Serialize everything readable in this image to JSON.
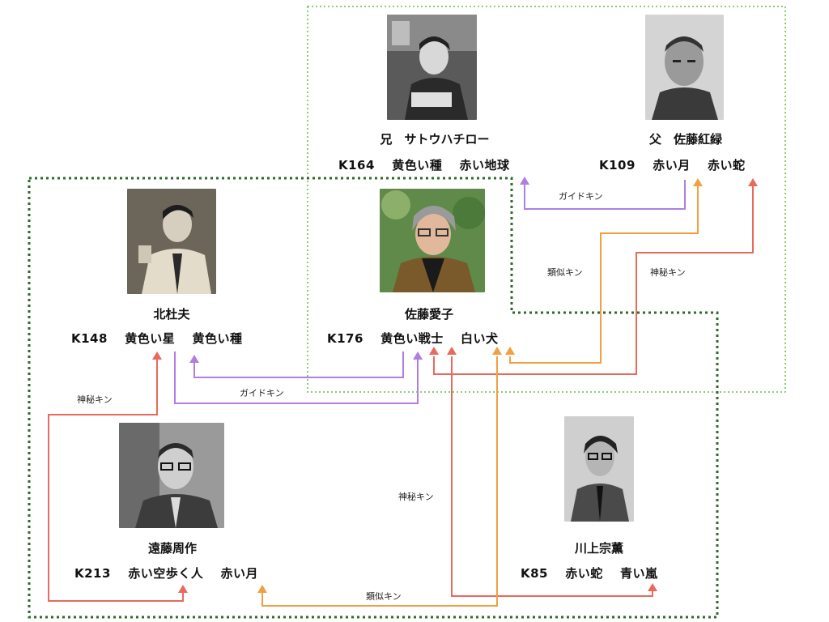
{
  "people": {
    "hachiro": {
      "name": "兄　サトウハチロー",
      "kin": "K164",
      "seals": [
        "黄色い種",
        "赤い地球"
      ]
    },
    "koroku": {
      "name": "父　佐藤紅緑",
      "kin": "K109",
      "seals": [
        "赤い月",
        "赤い蛇"
      ]
    },
    "kita": {
      "name": "北杜夫",
      "kin": "K148",
      "seals": [
        "黄色い星",
        "黄色い種"
      ]
    },
    "aiko": {
      "name": "佐藤愛子",
      "kin": "K176",
      "seals": [
        "黄色い戦士",
        "白い犬"
      ]
    },
    "endo": {
      "name": "遠藤周作",
      "kin": "K213",
      "seals": [
        "赤い空歩く人",
        "赤い月"
      ]
    },
    "kawakami": {
      "name": "川上宗薫",
      "kin": "K85",
      "seals": [
        "赤い蛇",
        "青い嵐"
      ]
    }
  },
  "connections": {
    "guide_top": "ガイドキン",
    "guide_mid": "ガイドキン",
    "analog_top": "類似キン",
    "mystic_top": "神秘キン",
    "mystic_left": "神秘キン",
    "mystic_center": "神秘キン",
    "analog_bottom": "類似キン"
  },
  "colors": {
    "guide": "#b07ee0",
    "analog": "#f0a040",
    "mystic": "#e86a5c",
    "box_light": "#66bb44",
    "box_dark": "#2f6a2a"
  }
}
